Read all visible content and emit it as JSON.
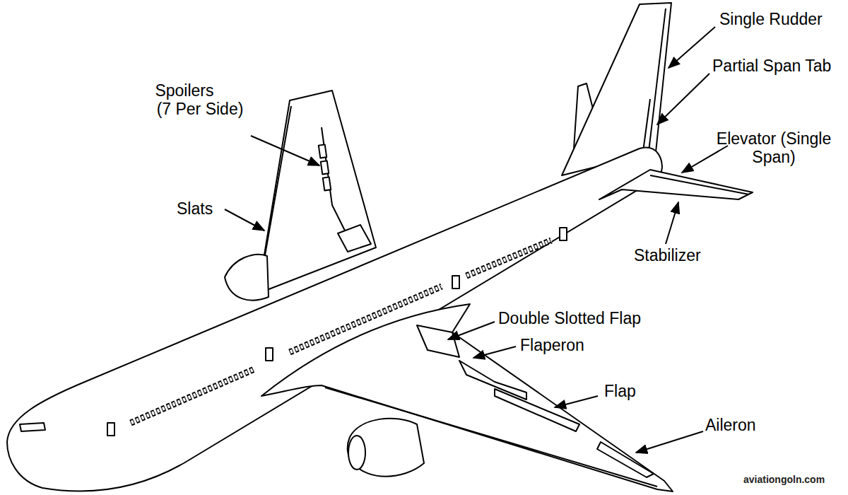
{
  "diagram": {
    "labels": [
      "Single Rudder",
      "Partial Span Tab",
      "Elevator (Single Span)",
      "Stabilizer",
      "Spoilers (7 Per Side)",
      "Slats",
      "Double Slotted Flap",
      "Flaperon",
      "Flap",
      "Aileron",
      "aviationgoln.com"
    ]
  }
}
